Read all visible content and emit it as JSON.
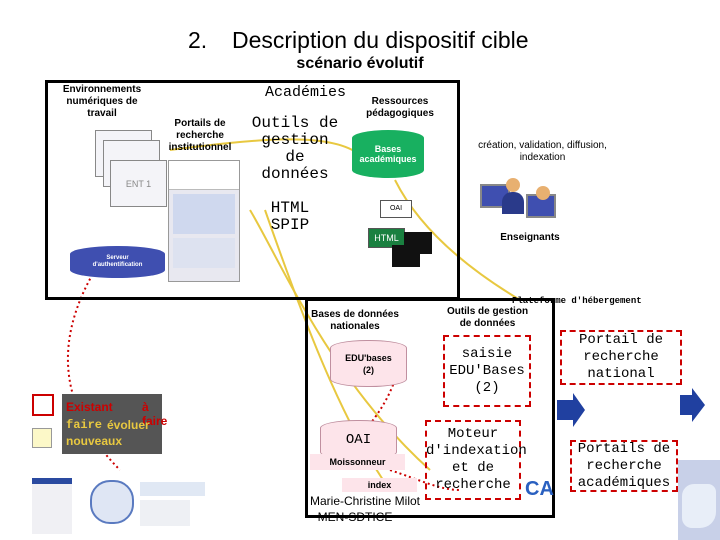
{
  "header": {
    "number": "2.",
    "title": "Description du dispositif cible",
    "subtitle": "scénario évolutif"
  },
  "top_panel": {
    "environments_label": "Environnements numériques de travail",
    "ent_label": "ENT 1",
    "portails_label": "Portails de recherche institutionnel",
    "academies_label": "Académies",
    "outils_label": "Outils de gestion de données",
    "html_spip_label": "HTML SPIP",
    "ressources_label": "Ressources pédagogiques",
    "bases_acad_label": "Bases académiques",
    "creation_label": "création, validation, diffusion, indexation",
    "oai_small": "OAI",
    "html_small": "HTML",
    "enseignants_label": "Enseignants",
    "serveur_label": "Serveur d'authentification"
  },
  "bottom_panel": {
    "plateforme_label": "Plateforme d'hébergement",
    "bases_nat_label": "Bases de données nationales",
    "outils_gestion_label": "Outils de gestion de données",
    "edubases_label": "EDU'bases (2)",
    "saisie_label": "saisie EDU'Bases (2)",
    "oai_label": "OAI",
    "moissonneur_label": "Moissonneur",
    "index_label": "index",
    "moteur_label": "Moteur d'indexation et de recherche"
  },
  "right_boxes": {
    "portail_national": "Portail de recherche national",
    "portails_acad": "Portails de recherche académiques"
  },
  "legend": {
    "existant": "Existant",
    "a_faire": "à faire",
    "evoluer": "évoluer",
    "nouveaux": "nouveaux"
  },
  "author": {
    "name": "Marie-Christine Milot",
    "org": "MEN-SDTICE"
  },
  "colors": {
    "red_marker": "#cc0000",
    "green_cylinder": "#18b060",
    "blue_cylinder": "#3f4fb0",
    "yellow_line": "#e8c840",
    "pink_bg": "#fde4ea",
    "blue_arrow": "#2040a0"
  }
}
